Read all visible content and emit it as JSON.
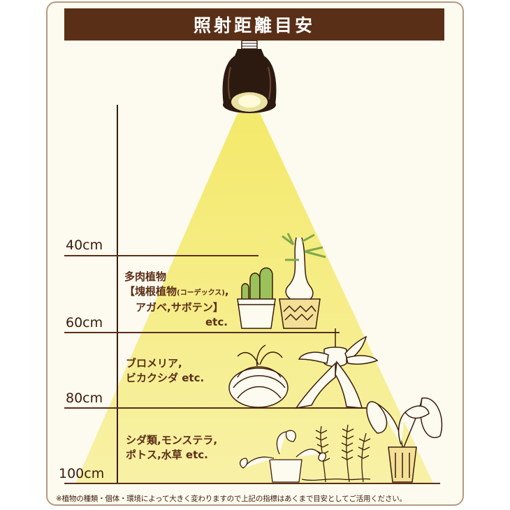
{
  "title": "照射距離目安",
  "colors": {
    "brown": "#5a2f17",
    "light": "#f6ee7c",
    "panel": "#fdfaef"
  },
  "distances": [
    "40cm",
    "60cm",
    "80cm",
    "100cm"
  ],
  "zones": {
    "succulent": {
      "line1": "多肉植物",
      "line2_main": "【塊根植物",
      "line2_small": "(コーデックス)",
      "line2_end": ",",
      "line3": "アガベ,サボテン】",
      "line4": "etc."
    },
    "bromeliad": {
      "line1": "ブロメリア,",
      "line2": "ビカクシダ etc."
    },
    "fern": {
      "line1": "シダ類,モンステラ,",
      "line2": "ポトス,水草 etc."
    }
  },
  "note": "※植物の種類・個体・環境によって大きく変わりますので上記の指標はあくまで目安としてご活用ください。",
  "icons": [
    "grow-lamp-icon",
    "cactus-pot-icon",
    "caudex-pot-icon",
    "air-plant-icon",
    "staghorn-fern-icon",
    "fern-icon",
    "monstera-icon",
    "pothos-icon"
  ]
}
